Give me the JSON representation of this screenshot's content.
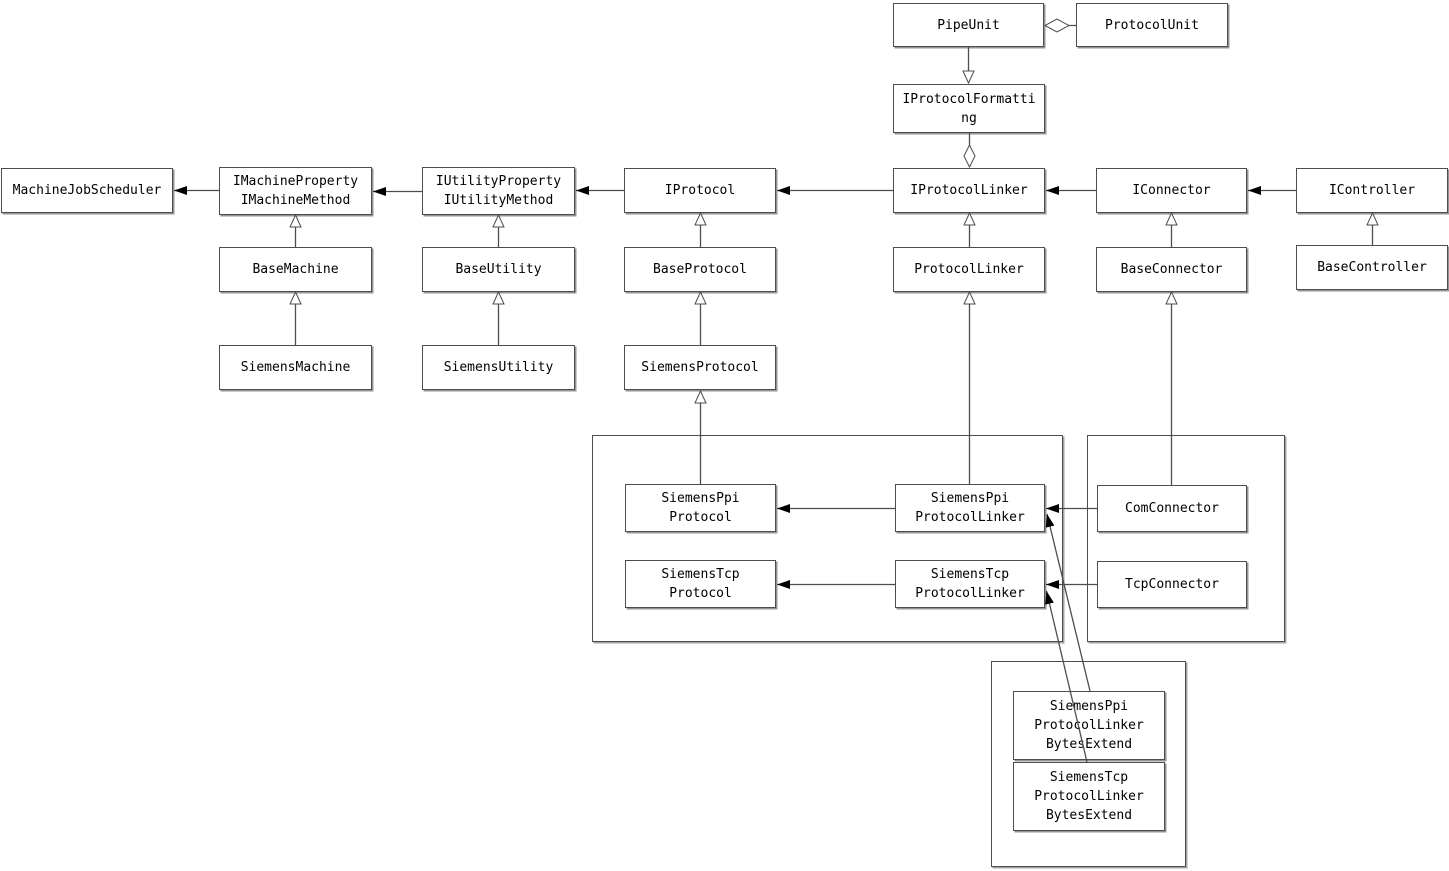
{
  "diagram": {
    "kind": "uml-class-diagram",
    "colors": {
      "background": "#ffffff",
      "box_fill": "#ffffff",
      "line": "#4d4d4d",
      "arrowhead": "#000000",
      "text": "#000000"
    }
  },
  "nodes": {
    "pipe_unit": {
      "label": "PipeUnit"
    },
    "protocol_unit": {
      "label": "ProtocolUnit"
    },
    "iprotocol_formatting": {
      "label": "IProtocolFormatti\nng"
    },
    "machine_job_scheduler": {
      "label": "MachineJobScheduler"
    },
    "imachine_property": {
      "label": "IMachineProperty\nIMachineMethod"
    },
    "iutility_property": {
      "label": "IUtilityProperty\nIUtilityMethod"
    },
    "iprotocol": {
      "label": "IProtocol"
    },
    "iprotocol_linker": {
      "label": "IProtocolLinker"
    },
    "iconnector": {
      "label": "IConnector"
    },
    "icontroller": {
      "label": "IController"
    },
    "base_machine": {
      "label": "BaseMachine"
    },
    "base_utility": {
      "label": "BaseUtility"
    },
    "base_protocol": {
      "label": "BaseProtocol"
    },
    "protocol_linker": {
      "label": "ProtocolLinker"
    },
    "base_connector": {
      "label": "BaseConnector"
    },
    "base_controller": {
      "label": "BaseController"
    },
    "siemens_machine": {
      "label": "SiemensMachine"
    },
    "siemens_utility": {
      "label": "SiemensUtility"
    },
    "siemens_protocol": {
      "label": "SiemensProtocol"
    },
    "siemens_ppi_protocol": {
      "label": "SiemensPpi\nProtocol"
    },
    "siemens_ppi_protocol_linker": {
      "label": "SiemensPpi\nProtocolLinker"
    },
    "siemens_tcp_protocol": {
      "label": "SiemensTcp\nProtocol"
    },
    "siemens_tcp_protocol_linker": {
      "label": "SiemensTcp\nProtocolLinker"
    },
    "com_connector": {
      "label": "ComConnector"
    },
    "tcp_connector": {
      "label": "TcpConnector"
    },
    "siemens_ppi_protocol_linker_bytes_extend": {
      "label": "SiemensPpi\nProtocolLinker\nBytesExtend"
    },
    "siemens_tcp_protocol_linker_bytes_extend": {
      "label": "SiemensTcp\nProtocolLinker\nBytesExtend"
    }
  },
  "relationships": [
    {
      "from": "ProtocolUnit",
      "to": "PipeUnit",
      "type": "aggregation"
    },
    {
      "from": "PipeUnit",
      "to": "IProtocolFormatting",
      "type": "generalization"
    },
    {
      "from": "IProtocolFormatting",
      "to": "IProtocolLinker",
      "type": "aggregation"
    },
    {
      "from": "IMachineProperty/IMachineMethod",
      "to": "MachineJobScheduler",
      "type": "directed-association"
    },
    {
      "from": "IUtilityProperty/IUtilityMethod",
      "to": "IMachineProperty/IMachineMethod",
      "type": "directed-association"
    },
    {
      "from": "IProtocol",
      "to": "IUtilityProperty/IUtilityMethod",
      "type": "directed-association"
    },
    {
      "from": "IProtocolLinker",
      "to": "IProtocol",
      "type": "directed-association"
    },
    {
      "from": "IConnector",
      "to": "IProtocolLinker",
      "type": "directed-association"
    },
    {
      "from": "IController",
      "to": "IConnector",
      "type": "directed-association"
    },
    {
      "from": "BaseMachine",
      "to": "IMachineProperty/IMachineMethod",
      "type": "generalization"
    },
    {
      "from": "SiemensMachine",
      "to": "BaseMachine",
      "type": "generalization"
    },
    {
      "from": "BaseUtility",
      "to": "IUtilityProperty/IUtilityMethod",
      "type": "generalization"
    },
    {
      "from": "SiemensUtility",
      "to": "BaseUtility",
      "type": "generalization"
    },
    {
      "from": "BaseProtocol",
      "to": "IProtocol",
      "type": "generalization"
    },
    {
      "from": "SiemensProtocol",
      "to": "BaseProtocol",
      "type": "generalization"
    },
    {
      "from": "SiemensPpiProtocol",
      "to": "SiemensProtocol",
      "type": "generalization"
    },
    {
      "from": "ProtocolLinker",
      "to": "IProtocolLinker",
      "type": "generalization"
    },
    {
      "from": "SiemensPpiProtocolLinker",
      "to": "ProtocolLinker",
      "type": "generalization"
    },
    {
      "from": "BaseConnector",
      "to": "IConnector",
      "type": "generalization"
    },
    {
      "from": "ComConnector",
      "to": "BaseConnector",
      "type": "generalization"
    },
    {
      "from": "BaseController",
      "to": "IController",
      "type": "generalization"
    },
    {
      "from": "SiemensPpiProtocolLinker",
      "to": "SiemensPpiProtocol",
      "type": "directed-association"
    },
    {
      "from": "SiemensTcpProtocolLinker",
      "to": "SiemensTcpProtocol",
      "type": "directed-association"
    },
    {
      "from": "ComConnector",
      "to": "SiemensPpiProtocolLinker",
      "type": "directed-association"
    },
    {
      "from": "TcpConnector",
      "to": "SiemensTcpProtocolLinker",
      "type": "directed-association"
    },
    {
      "from": "SiemensPpiProtocolLinkerBytesExtend",
      "to": "SiemensPpiProtocolLinker",
      "type": "directed-association"
    },
    {
      "from": "SiemensTcpProtocolLinkerBytesExtend",
      "to": "SiemensTcpProtocolLinker",
      "type": "directed-association"
    }
  ]
}
